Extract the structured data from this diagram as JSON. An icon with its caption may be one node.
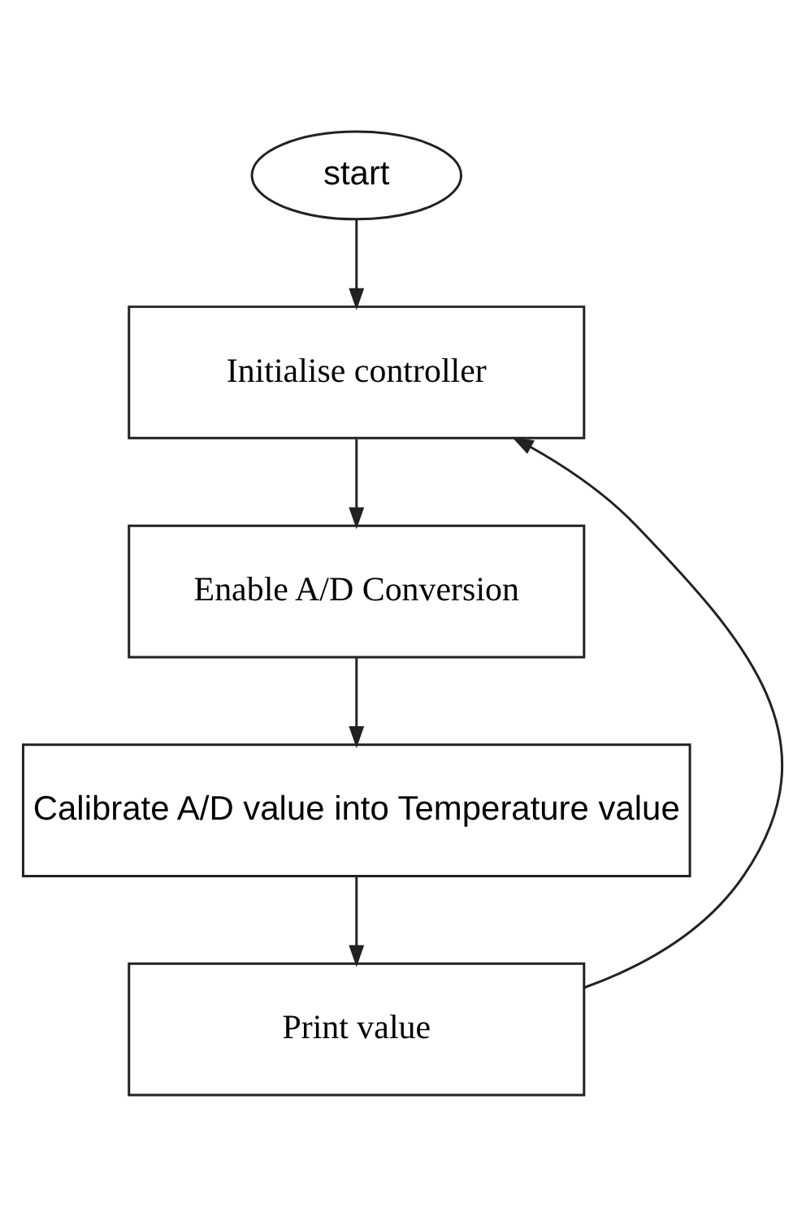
{
  "diagram": {
    "nodes": [
      {
        "text": [
          "start"
        ]
      },
      {
        "text": [
          "Initialise controller"
        ]
      },
      {
        "text": [
          "Enable A/D Conversion"
        ]
      },
      {
        "text": [
          "Calibrate A/D value into Temperature value"
        ]
      },
      {
        "text": [
          "Print value"
        ]
      }
    ],
    "edges": [
      {
        "from": 0,
        "to": 1,
        "arrow": "to"
      },
      {
        "from": 1,
        "to": 2,
        "arrow": "to"
      },
      {
        "from": 2,
        "to": 3,
        "arrow": "to"
      },
      {
        "from": 3,
        "to": 4,
        "arrow": "to"
      },
      {
        "from": 4,
        "to": 1,
        "arrow": "to"
      }
    ]
  }
}
